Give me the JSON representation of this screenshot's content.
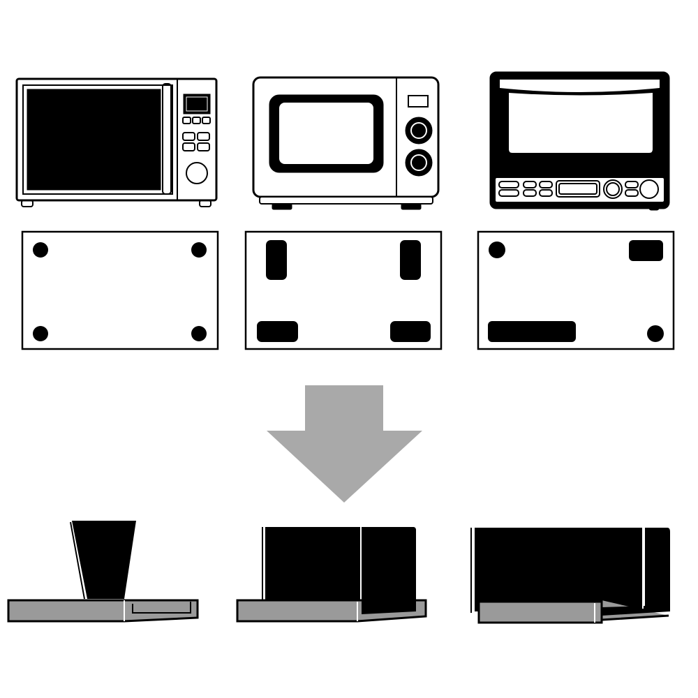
{
  "colors": {
    "outline": "#000000",
    "background": "#ffffff",
    "arrow": "#a9a9a9",
    "tray": "#9a9a9a"
  },
  "appliances": [
    {
      "id": "microwave-digital",
      "footprint": "four-round-feet"
    },
    {
      "id": "microwave-dial",
      "footprint": "four-rect-feet"
    },
    {
      "id": "toaster-oven",
      "footprint": "mixed-feet"
    }
  ]
}
